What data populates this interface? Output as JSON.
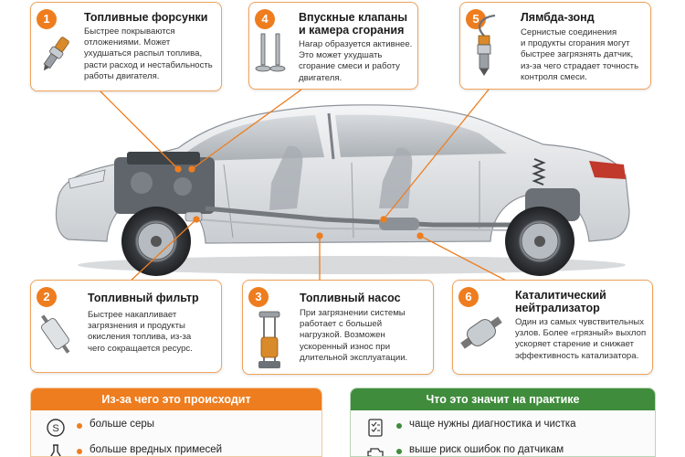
{
  "colors": {
    "orange": "#ee7d1f",
    "green": "#3f8c3c",
    "border": "#f0a35c"
  },
  "cards": [
    {
      "number": "1",
      "title_lines": [
        "Топливные форсунки"
      ],
      "desc_lines": [
        "Быстрее покрываются",
        "отложениями. Может",
        "ухудшаться распыл топлива,",
        "расти расход и нестабильность",
        "работы двигателя."
      ],
      "icon": "fuel-injector-icon"
    },
    {
      "number": "4",
      "title_lines": [
        "Впускные клапаны",
        "и камера сгорания"
      ],
      "desc_lines": [
        "Нагар образуется активнее.",
        "Это может ухудшать",
        "сгорание смеси и работу",
        "двигателя."
      ],
      "icon": "intake-valves-icon"
    },
    {
      "number": "5",
      "title_lines": [
        "Лямбда-зонд"
      ],
      "desc_lines": [
        "Сернистые соединения",
        "и продукты сгорания могут",
        "быстрее загрязнять датчик,",
        "из-за чего страдает точность",
        "контроля смеси."
      ],
      "icon": "lambda-probe-icon"
    },
    {
      "number": "2",
      "title_lines": [
        "Топливный фильтр"
      ],
      "desc_lines": [
        "Быстрее накапливает",
        "загрязнения и продукты",
        "окисления топлива, из-за",
        "чего сокращается ресурс."
      ],
      "icon": "fuel-filter-icon"
    },
    {
      "number": "3",
      "title_lines": [
        "Топливный насос"
      ],
      "desc_lines": [
        "При загрязнении системы",
        "работает с большей",
        "нагрузкой. Возможен",
        "ускоренный износ при",
        "длительной эксплуатации."
      ],
      "icon": "fuel-pump-icon"
    },
    {
      "number": "6",
      "title_lines": [
        "Каталитический",
        "нейтрализатор"
      ],
      "desc_lines": [
        "Один из самых чувствительных",
        "узлов. Более «грязный» выхлоп",
        "ускоряет старение и снижает",
        "эффективность катализатора."
      ],
      "icon": "catalytic-converter-icon"
    }
  ],
  "panels": {
    "causes": {
      "title": "Из-за чего это происходит",
      "items": [
        {
          "text": "больше серы",
          "icon": "sulfur-icon"
        },
        {
          "text": "больше вредных примесей",
          "icon": "flask-icon"
        }
      ]
    },
    "practice": {
      "title": "Что это значит на практике",
      "items": [
        {
          "text": "чаще нужны диагностика и чистка",
          "icon": "checklist-icon"
        },
        {
          "text": "выше риск ошибок по датчикам",
          "icon": "check-engine-icon"
        }
      ]
    }
  }
}
